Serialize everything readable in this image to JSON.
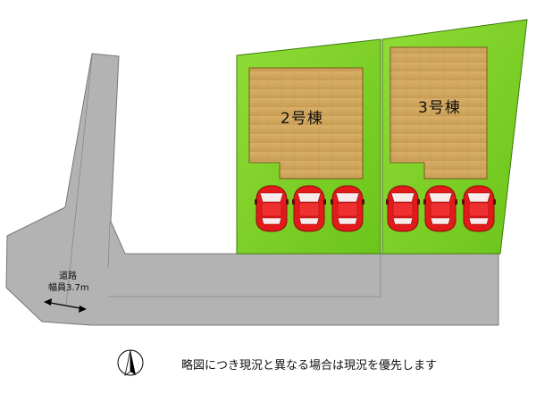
{
  "lots": [
    {
      "label": "2号棟",
      "cars": 3
    },
    {
      "label": "3号棟",
      "cars": 3
    }
  ],
  "road": {
    "label_line1": "道路",
    "label_line2": "幅員3.7m"
  },
  "disclaimer": "略図につき現況と異なる場合は現況を優先します",
  "compass": {
    "icon": "north-arrow-icon"
  },
  "colors": {
    "lawn": "#7ed321",
    "house_floor": "#d4aa62",
    "road": "#b3b3b3",
    "car_body": "#e41a1a",
    "car_glass": "#fbeaea"
  }
}
